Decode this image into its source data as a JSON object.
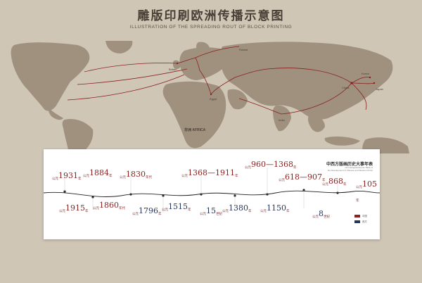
{
  "header": {
    "title_cn": "雕版印刷欧洲传播示意图",
    "title_en": "ILLUSTRATION OF THE SPREADING ROUT OF BLOCK PRINTING"
  },
  "map": {
    "labels": {
      "africa": "非洲 AFRICA",
      "china": "China",
      "japan": "Japan",
      "korea": "Korea",
      "india": "India",
      "egypt": "Egypt",
      "russia": "Russia",
      "britain": "Britain"
    },
    "colors": {
      "ocean": "#cfc6b6",
      "land": "#a0917f",
      "route": "#8a1f1f"
    }
  },
  "timeline": {
    "title": "中西方版画历史大事年表",
    "subtitle_lines": [
      "Chronological Events Table of",
      "the Development of Chinese and Western Prints"
    ],
    "events": [
      {
        "pre": "公元",
        "year": "1931",
        "suf": "年"
      },
      {
        "pre": "公元",
        "year": "1884",
        "suf": "年"
      },
      {
        "pre": "公元",
        "year": "1830",
        "suf": "年代"
      },
      {
        "pre": "公元",
        "year": "1368—1911",
        "suf": "年"
      },
      {
        "pre": "公元",
        "year": "960—1368",
        "suf": "年"
      },
      {
        "pre": "公元",
        "year": "618—907",
        "suf": "年"
      },
      {
        "pre": "公元",
        "year": "868",
        "suf": "年"
      },
      {
        "pre": "公元",
        "year": "105",
        "suf": "年"
      },
      {
        "pre": "公元",
        "year": "1915",
        "suf": "年"
      },
      {
        "pre": "公元",
        "year": "1860",
        "suf": "年代"
      },
      {
        "pre": "公元",
        "year": "1796",
        "suf": "年"
      },
      {
        "pre": "公元",
        "year": "1515",
        "suf": "年"
      },
      {
        "pre": "公元",
        "year": "15",
        "suf": "世纪"
      },
      {
        "pre": "公元",
        "year": "1380",
        "suf": "年"
      },
      {
        "pre": "公元",
        "year": "1150",
        "suf": "年"
      },
      {
        "pre": "公元",
        "year": "8",
        "suf": "世纪"
      }
    ],
    "legend": [
      {
        "label": "中国",
        "color": "#8a2222"
      },
      {
        "label": "西方",
        "color": "#27365a"
      }
    ]
  }
}
